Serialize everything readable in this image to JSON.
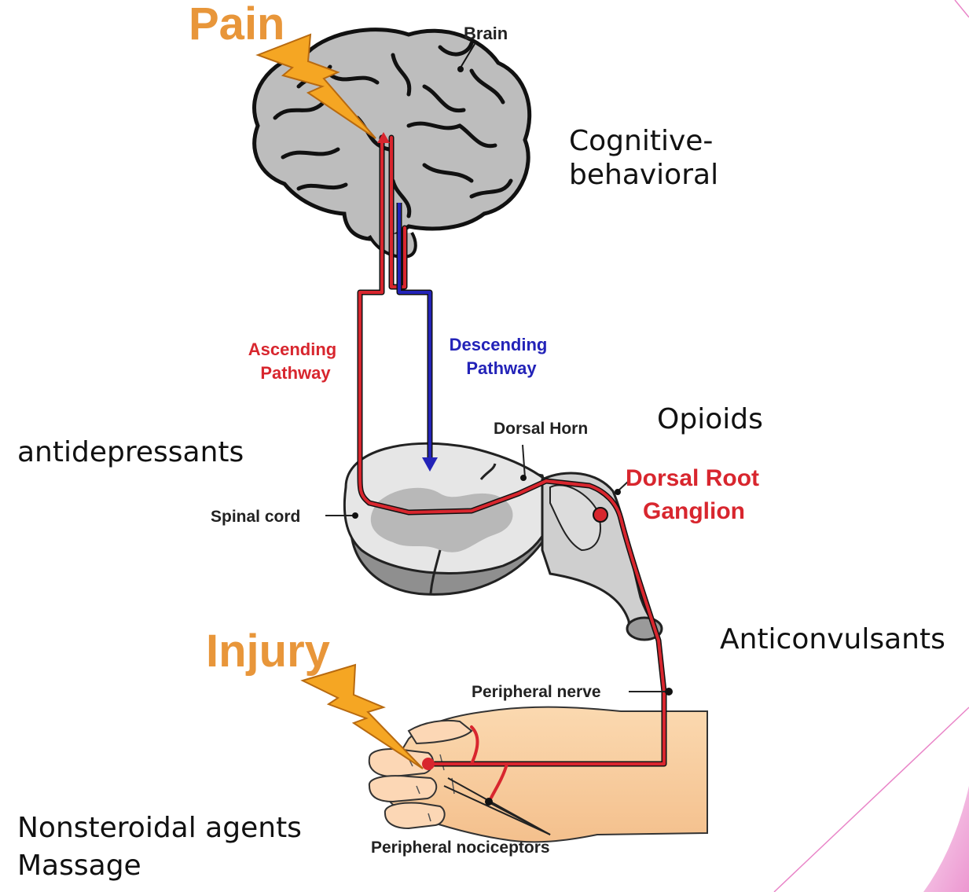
{
  "diagram": {
    "headline_pain": "Pain",
    "headline_injury": "Injury",
    "labels": {
      "brain": "Brain",
      "ascending_line1": "Ascending",
      "ascending_line2": "Pathway",
      "descending_line1": "Descending",
      "descending_line2": "Pathway",
      "dorsal_horn": "Dorsal Horn",
      "dorsal_root_line1": "Dorsal Root",
      "dorsal_root_line2": "Ganglion",
      "spinal_cord": "Spinal cord",
      "peripheral_nerve": "Peripheral nerve",
      "peripheral_nociceptors": "Peripheral nociceptors"
    }
  },
  "treatments": {
    "cognitive_line1": "Cognitive-",
    "cognitive_line2": "behavioral",
    "opioids": "Opioids",
    "antidepressants": "antidepressants",
    "anticonvulsants": "Anticonvulsants",
    "nonsteroidal": "Nonsteroidal agents",
    "massage": "Massage"
  },
  "colors": {
    "ascending": "#d8262e",
    "descending": "#2323b8",
    "headline": "#e8963a",
    "bolt": "#f5a623",
    "accent_pink": "#e985c8"
  }
}
